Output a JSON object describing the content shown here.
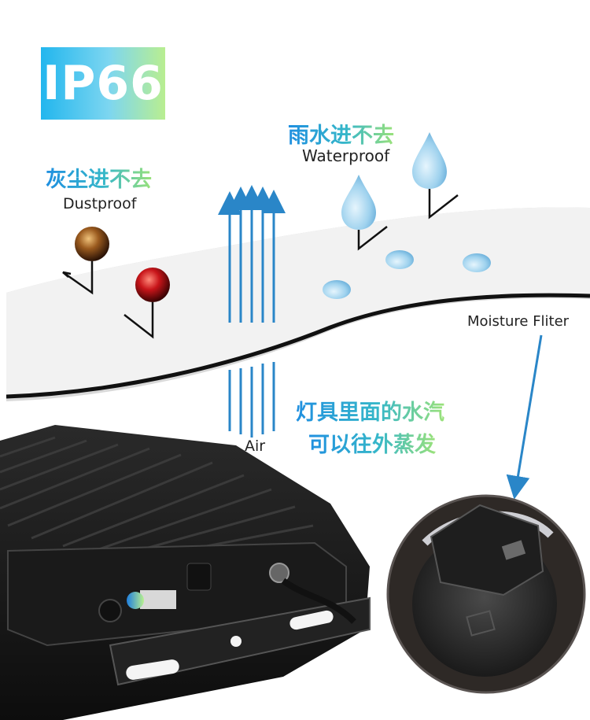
{
  "badge": {
    "text": "IP66"
  },
  "labels": {
    "dust_cn": "灰尘进不去",
    "dust_en": "Dustproof",
    "rain_cn": "雨水进不去",
    "rain_en": "Waterproof",
    "filter_en": "Moisture Fliter",
    "air_en": "Air",
    "vapor_cn_line1": "灯具里面的水汽",
    "vapor_cn_line2": "可以往外蒸发"
  },
  "colors": {
    "accent_blue": "#1f8fe0",
    "accent_green": "#9be27a",
    "membrane": "#eeeeee",
    "arrow_blue": "#2a86c8"
  },
  "icons": [
    "dust-particle-brown-icon",
    "dust-particle-red-icon",
    "water-drop-icon",
    "air-arrow-icon"
  ]
}
